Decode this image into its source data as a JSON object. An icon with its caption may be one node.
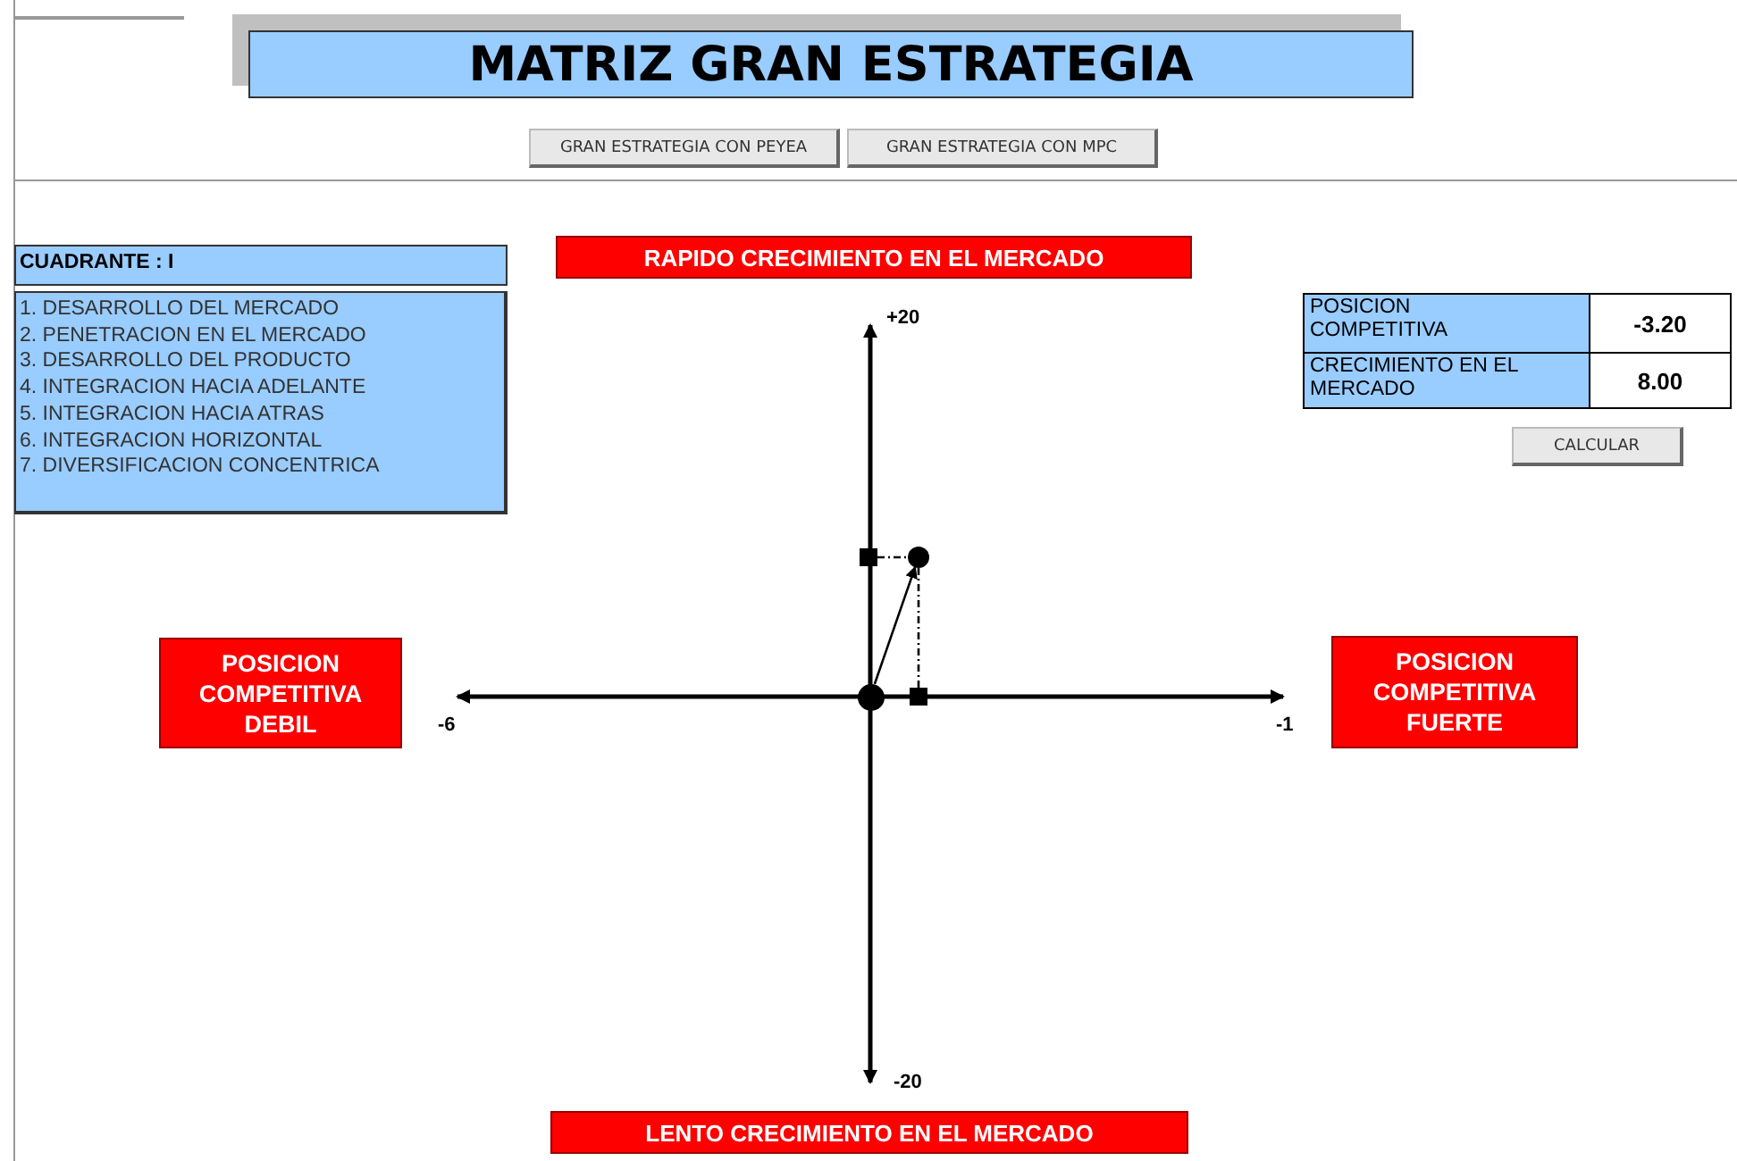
{
  "diagram": {
    "title": "MATRIZ GRAN ESTRATEGIA",
    "nodes": [
      {
        "text": [
          "CUADRANTE : I"
        ]
      },
      {
        "text": [
          "1. DESARROLLO DEL MERCADO",
          "2. PENETRACION EN EL MERCADO",
          "3. DESARROLLO DEL PRODUCTO",
          "4. INTEGRACION HACIA ADELANTE",
          "5. INTEGRACION HACIA ATRAS",
          "6. INTEGRACION HORIZONTAL",
          "7. DIVERSIFICACION CONCENTRICA"
        ]
      },
      {
        "text": [
          "RAPIDO CRECIMIENTO EN EL MERCADO"
        ]
      },
      {
        "text": [
          "POSICION COMPETITIVA DEBIL"
        ]
      },
      {
        "text": [
          "POSICION COMPETITIVA FUERTE"
        ]
      },
      {
        "text": [
          "LENTO CRECIMIENTO EN EL MERCADO"
        ]
      },
      {
        "text": [],
        "shape": "circle"
      },
      {
        "text": [],
        "shape": "box"
      },
      {
        "text": [],
        "shape": "circle"
      },
      {
        "text": [],
        "shape": "box"
      }
    ],
    "edges": [
      {
        "from": 6,
        "to": 8,
        "arrow": "to"
      },
      {
        "from": 7,
        "to": 8,
        "arrow": "none",
        "style": "dashed"
      },
      {
        "from": 8,
        "to": 9,
        "arrow": "none",
        "style": "dashed"
      }
    ],
    "labels": [
      "GRAN ESTRATEGIA CON PEYEA",
      "GRAN ESTRATEGIA CON MPC",
      "POSICION COMPETITIVA",
      "-3.20",
      "CRECIMIENTO EN EL MERCADO",
      "8.00",
      "CALCULAR",
      "+20",
      "-6",
      "-1",
      "-20"
    ]
  }
}
